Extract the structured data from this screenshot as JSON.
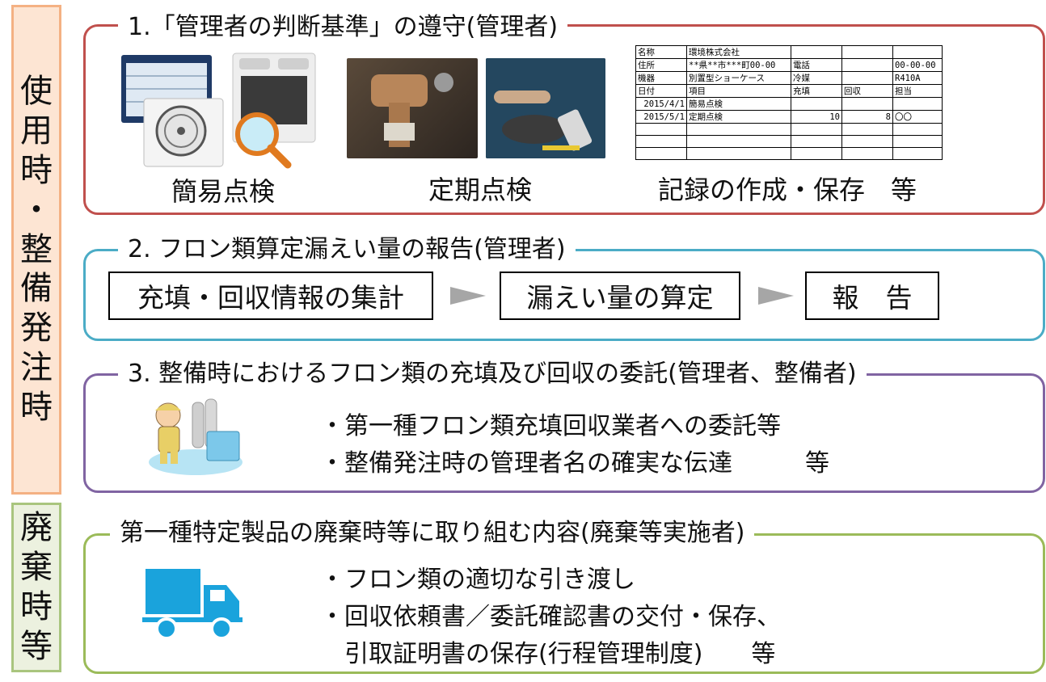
{
  "side_labels": {
    "use_chars": [
      "使",
      "用",
      "時",
      "・",
      "整",
      "備",
      "発",
      "注",
      "時"
    ],
    "disposal_chars": [
      "廃",
      "棄",
      "時",
      "等"
    ]
  },
  "section1": {
    "title": "1.「管理者の判断基準」の遵守(管理者)",
    "captions": [
      "簡易点検",
      "定期点検",
      "記録の作成・保存　等"
    ],
    "record_table": {
      "rows": [
        [
          "名称",
          "環境株式会社",
          "",
          "",
          ""
        ],
        [
          "住所",
          "**県**市***町00-00",
          "電話",
          "",
          "00-00-00"
        ],
        [
          "機器",
          "別置型ショーケース",
          "冷媒",
          "",
          "R410A"
        ],
        [
          "日付",
          "項目",
          "充填",
          "回収",
          "担当"
        ],
        [
          "2015/4/1",
          "簡易点検",
          "",
          "",
          ""
        ],
        [
          "2015/5/1",
          "定期点検",
          "10",
          "8",
          "〇〇"
        ],
        [
          "",
          "",
          "",
          "",
          ""
        ],
        [
          "",
          "",
          "",
          "",
          ""
        ],
        [
          "",
          "",
          "",
          "",
          ""
        ]
      ]
    }
  },
  "section2": {
    "title": "2. フロン類算定漏えい量の報告(管理者)",
    "steps": [
      "充填・回収情報の集計",
      "漏えい量の算定",
      "報　告"
    ]
  },
  "section3": {
    "title": "3. 整備時におけるフロン類の充填及び回収の委託(管理者、整備者)",
    "bullets": [
      "・第一種フロン類充填回収業者への委託等",
      "・整備発注時の管理者名の確実な伝達　　　等"
    ]
  },
  "section4": {
    "title": "第一種特定製品の廃棄時等に取り組む内容(廃棄等実施者)",
    "bullets": [
      "・フロン類の適切な引き渡し",
      "・回収依頼書／委託確認書の交付・保存、",
      "　引取証明書の保存(行程管理制度)　　等"
    ]
  },
  "colors": {
    "section1_border": "#c0504d",
    "section2_border": "#4bacc6",
    "section3_border": "#8064a2",
    "section4_border": "#9bbb59",
    "use_label_bg": "#fde5d3",
    "disposal_label_bg": "#ecf1df",
    "truck_icon": "#1aa3dc",
    "arrow": "#a6a6a6"
  },
  "icons": [
    "showcase-fridge-image",
    "outdoor-unit-image",
    "magnifier-icon",
    "valve-photo",
    "leak-detector-photo",
    "technician-illustration",
    "truck-icon"
  ]
}
